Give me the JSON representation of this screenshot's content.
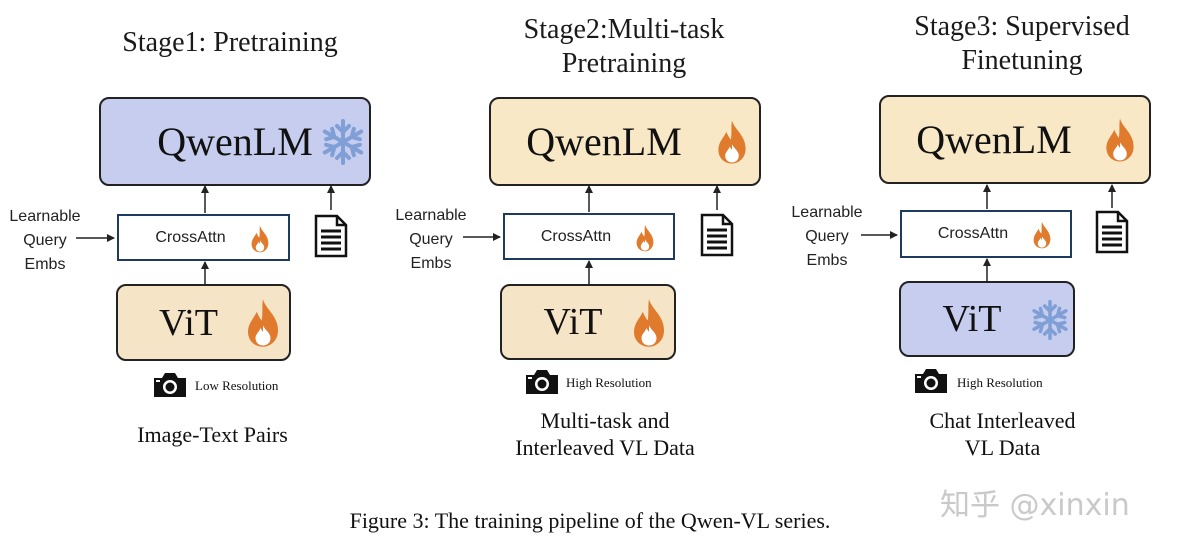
{
  "stages": [
    {
      "title": "Stage1: Pretraining",
      "lm_label": "QwenLM",
      "lm_state": "frozen",
      "cross_attn_label": "CrossAttn",
      "cross_attn_state": "trainable",
      "vit_label": "ViT",
      "vit_state": "trainable",
      "query_label": "Learnable\nQuery\nEmbs",
      "resolution": "Low Resolution",
      "data": "Image-Text Pairs"
    },
    {
      "title": "Stage2:Multi-task\nPretraining",
      "lm_label": "QwenLM",
      "lm_state": "trainable",
      "cross_attn_label": "CrossAttn",
      "cross_attn_state": "trainable",
      "vit_label": "ViT",
      "vit_state": "trainable",
      "query_label": "Learnable\nQuery\nEmbs",
      "resolution": "High Resolution",
      "data": "Multi-task and\nInterleaved VL Data"
    },
    {
      "title": "Stage3: Supervised\nFinetuning",
      "lm_label": "QwenLM",
      "lm_state": "trainable",
      "cross_attn_label": "CrossAttn",
      "cross_attn_state": "trainable",
      "vit_label": "ViT",
      "vit_state": "frozen",
      "query_label": "Learnable\nQuery\nEmbs",
      "resolution": "High Resolution",
      "data": "Chat Interleaved\nVL Data"
    }
  ],
  "colors": {
    "frozen_fill": "#c6cdee",
    "trainable_fill": "#f8e8c6",
    "flame_outer": "#e07a2c",
    "flame_inner": "#ffffff",
    "snowflake": "#7f9fd6",
    "cross_attn_border": "#1f3a5f"
  },
  "icons": {
    "frozen": "snowflake-icon",
    "trainable": "flame-icon",
    "text_input": "document-icon",
    "image_input": "camera-icon"
  },
  "figure_caption": "Figure 3: The training pipeline of the Qwen-VL series.",
  "watermark": "知乎 @xinxin"
}
